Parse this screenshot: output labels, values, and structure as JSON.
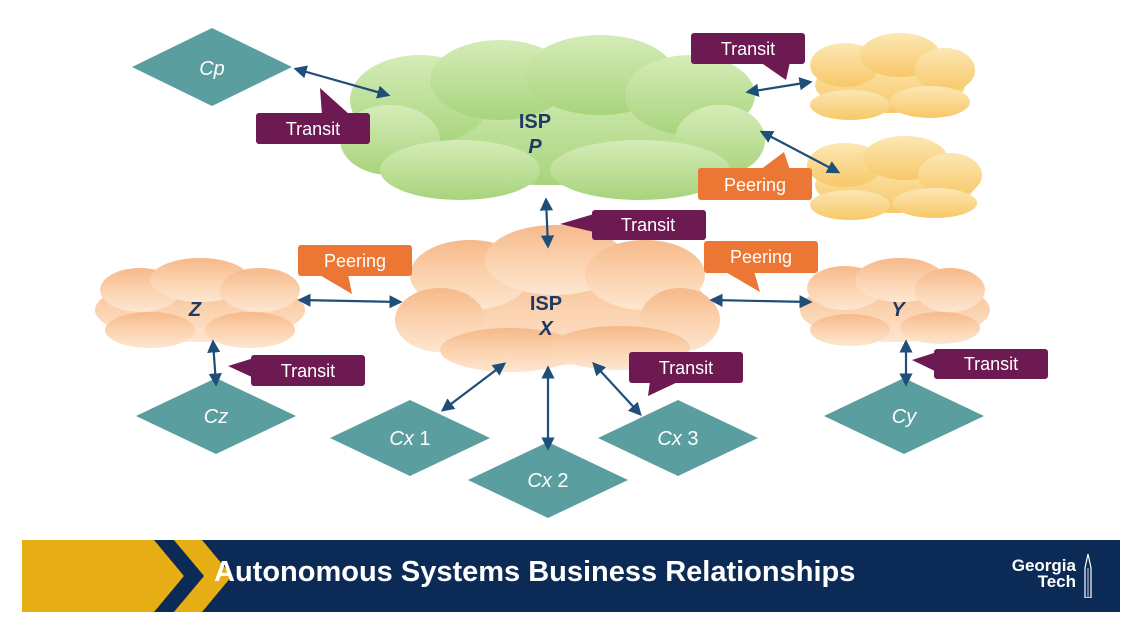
{
  "colors": {
    "diamond": "#5a9ea0",
    "transit_callout": "#6e1a52",
    "peering_callout": "#ec7633",
    "arrow": "#1f4e79",
    "banner_bg": "#0b2a55",
    "banner_gold": "#e6ad14",
    "cloud_green": "#b7dc8f",
    "cloud_peach": "#f9cfa6",
    "cloud_yellow": "#fbd98a"
  },
  "clouds": {
    "isp_p": {
      "line1": "ISP",
      "line2": "P"
    },
    "isp_x": {
      "line1": "ISP",
      "line2": "X"
    },
    "z": {
      "label": "Z"
    },
    "y": {
      "label": "Y"
    },
    "upper_right_1": {
      "label": ""
    },
    "upper_right_2": {
      "label": ""
    }
  },
  "customers": {
    "cp": {
      "italic": "Cp",
      "suffix": ""
    },
    "cz": {
      "italic": "Cz",
      "suffix": ""
    },
    "cx1": {
      "italic": "Cx",
      "suffix": " 1"
    },
    "cx2": {
      "italic": "Cx",
      "suffix": " 2"
    },
    "cx3": {
      "italic": "Cx",
      "suffix": " 3"
    },
    "cy": {
      "italic": "Cy",
      "suffix": ""
    }
  },
  "callouts": {
    "transit_top_right": "Transit",
    "transit_cp": "Transit",
    "peering_right": "Peering",
    "transit_center": "Transit",
    "peering_left": "Peering",
    "peering_x_y": "Peering",
    "transit_z": "Transit",
    "transit_x_customers": "Transit",
    "transit_y": "Transit"
  },
  "banner": {
    "title": "Autonomous Systems Business Relationships",
    "logo_line1": "Georgia",
    "logo_line2": "Tech"
  }
}
